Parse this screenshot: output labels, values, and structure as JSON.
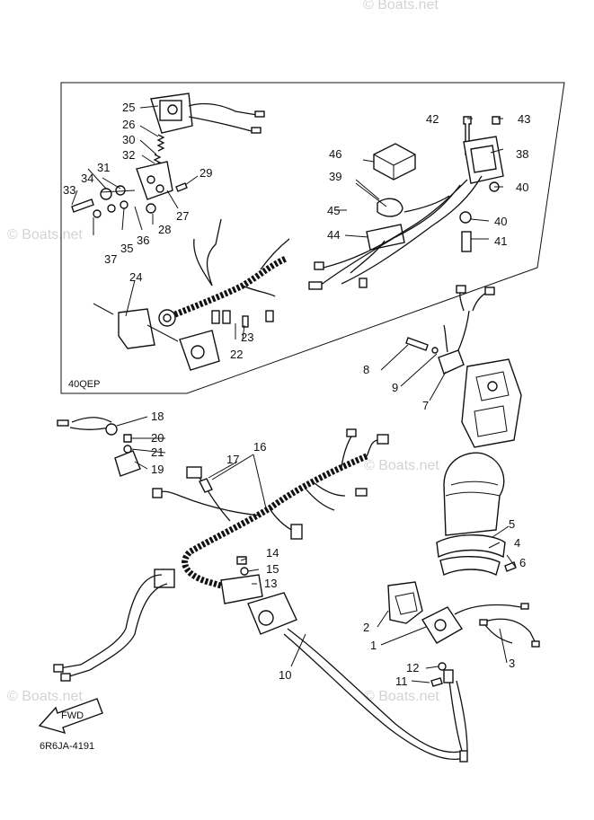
{
  "diagram": {
    "inset_code": "40QEP",
    "figure_code": "6R6JA-4191",
    "fwd_label": "FWD",
    "watermarks": [
      "© Boats.net",
      "© Boats.net",
      "© Boats.net",
      "© Boats.net",
      "© Boats.net"
    ],
    "callouts": [
      "1",
      "2",
      "3",
      "4",
      "5",
      "6",
      "7",
      "8",
      "9",
      "10",
      "11",
      "12",
      "13",
      "14",
      "15",
      "16",
      "17",
      "18",
      "19",
      "20",
      "21",
      "22",
      "23",
      "24",
      "25",
      "26",
      "27",
      "28",
      "29",
      "30",
      "31",
      "32",
      "33",
      "34",
      "35",
      "36",
      "37",
      "38",
      "39",
      "40",
      "40",
      "41",
      "42",
      "43",
      "44",
      "45",
      "46"
    ]
  }
}
